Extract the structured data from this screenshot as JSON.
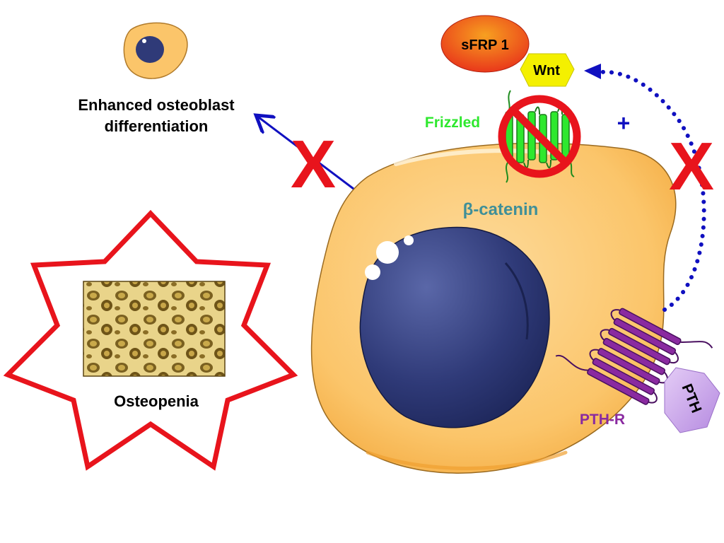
{
  "labels": {
    "enhanced_line1": "Enhanced osteoblast",
    "enhanced_line2": "differentiation",
    "osteopenia": "Osteopenia",
    "sfrp1": "sFRP 1",
    "wnt": "Wnt",
    "frizzled": "Frizzled",
    "plus": "+",
    "beta_symbol": "β",
    "beta_catenin": "-catenin",
    "pthr": "PTH-R",
    "pth": "PTH",
    "block_left": "X",
    "block_right": "X"
  },
  "colors": {
    "block_red": "#e8141c",
    "frizzled_green": "#2ee82e",
    "pth_purple": "#8a2aa0",
    "beta_catenin_teal": "#3f8f98",
    "arrow_blue": "#1010c0",
    "cell_fill": "#fbc56a",
    "nucleus_fill": "#2f3a78",
    "wnt_yellow": "#f4f000",
    "sfrp_orange": "#f05a10",
    "pth_lilac": "#c6a2e6"
  },
  "icons": {
    "inhibition": "prohibition-sign-icon",
    "small_cell": "osteoblast-cell-icon",
    "bone": "trabecular-bone-icon"
  }
}
